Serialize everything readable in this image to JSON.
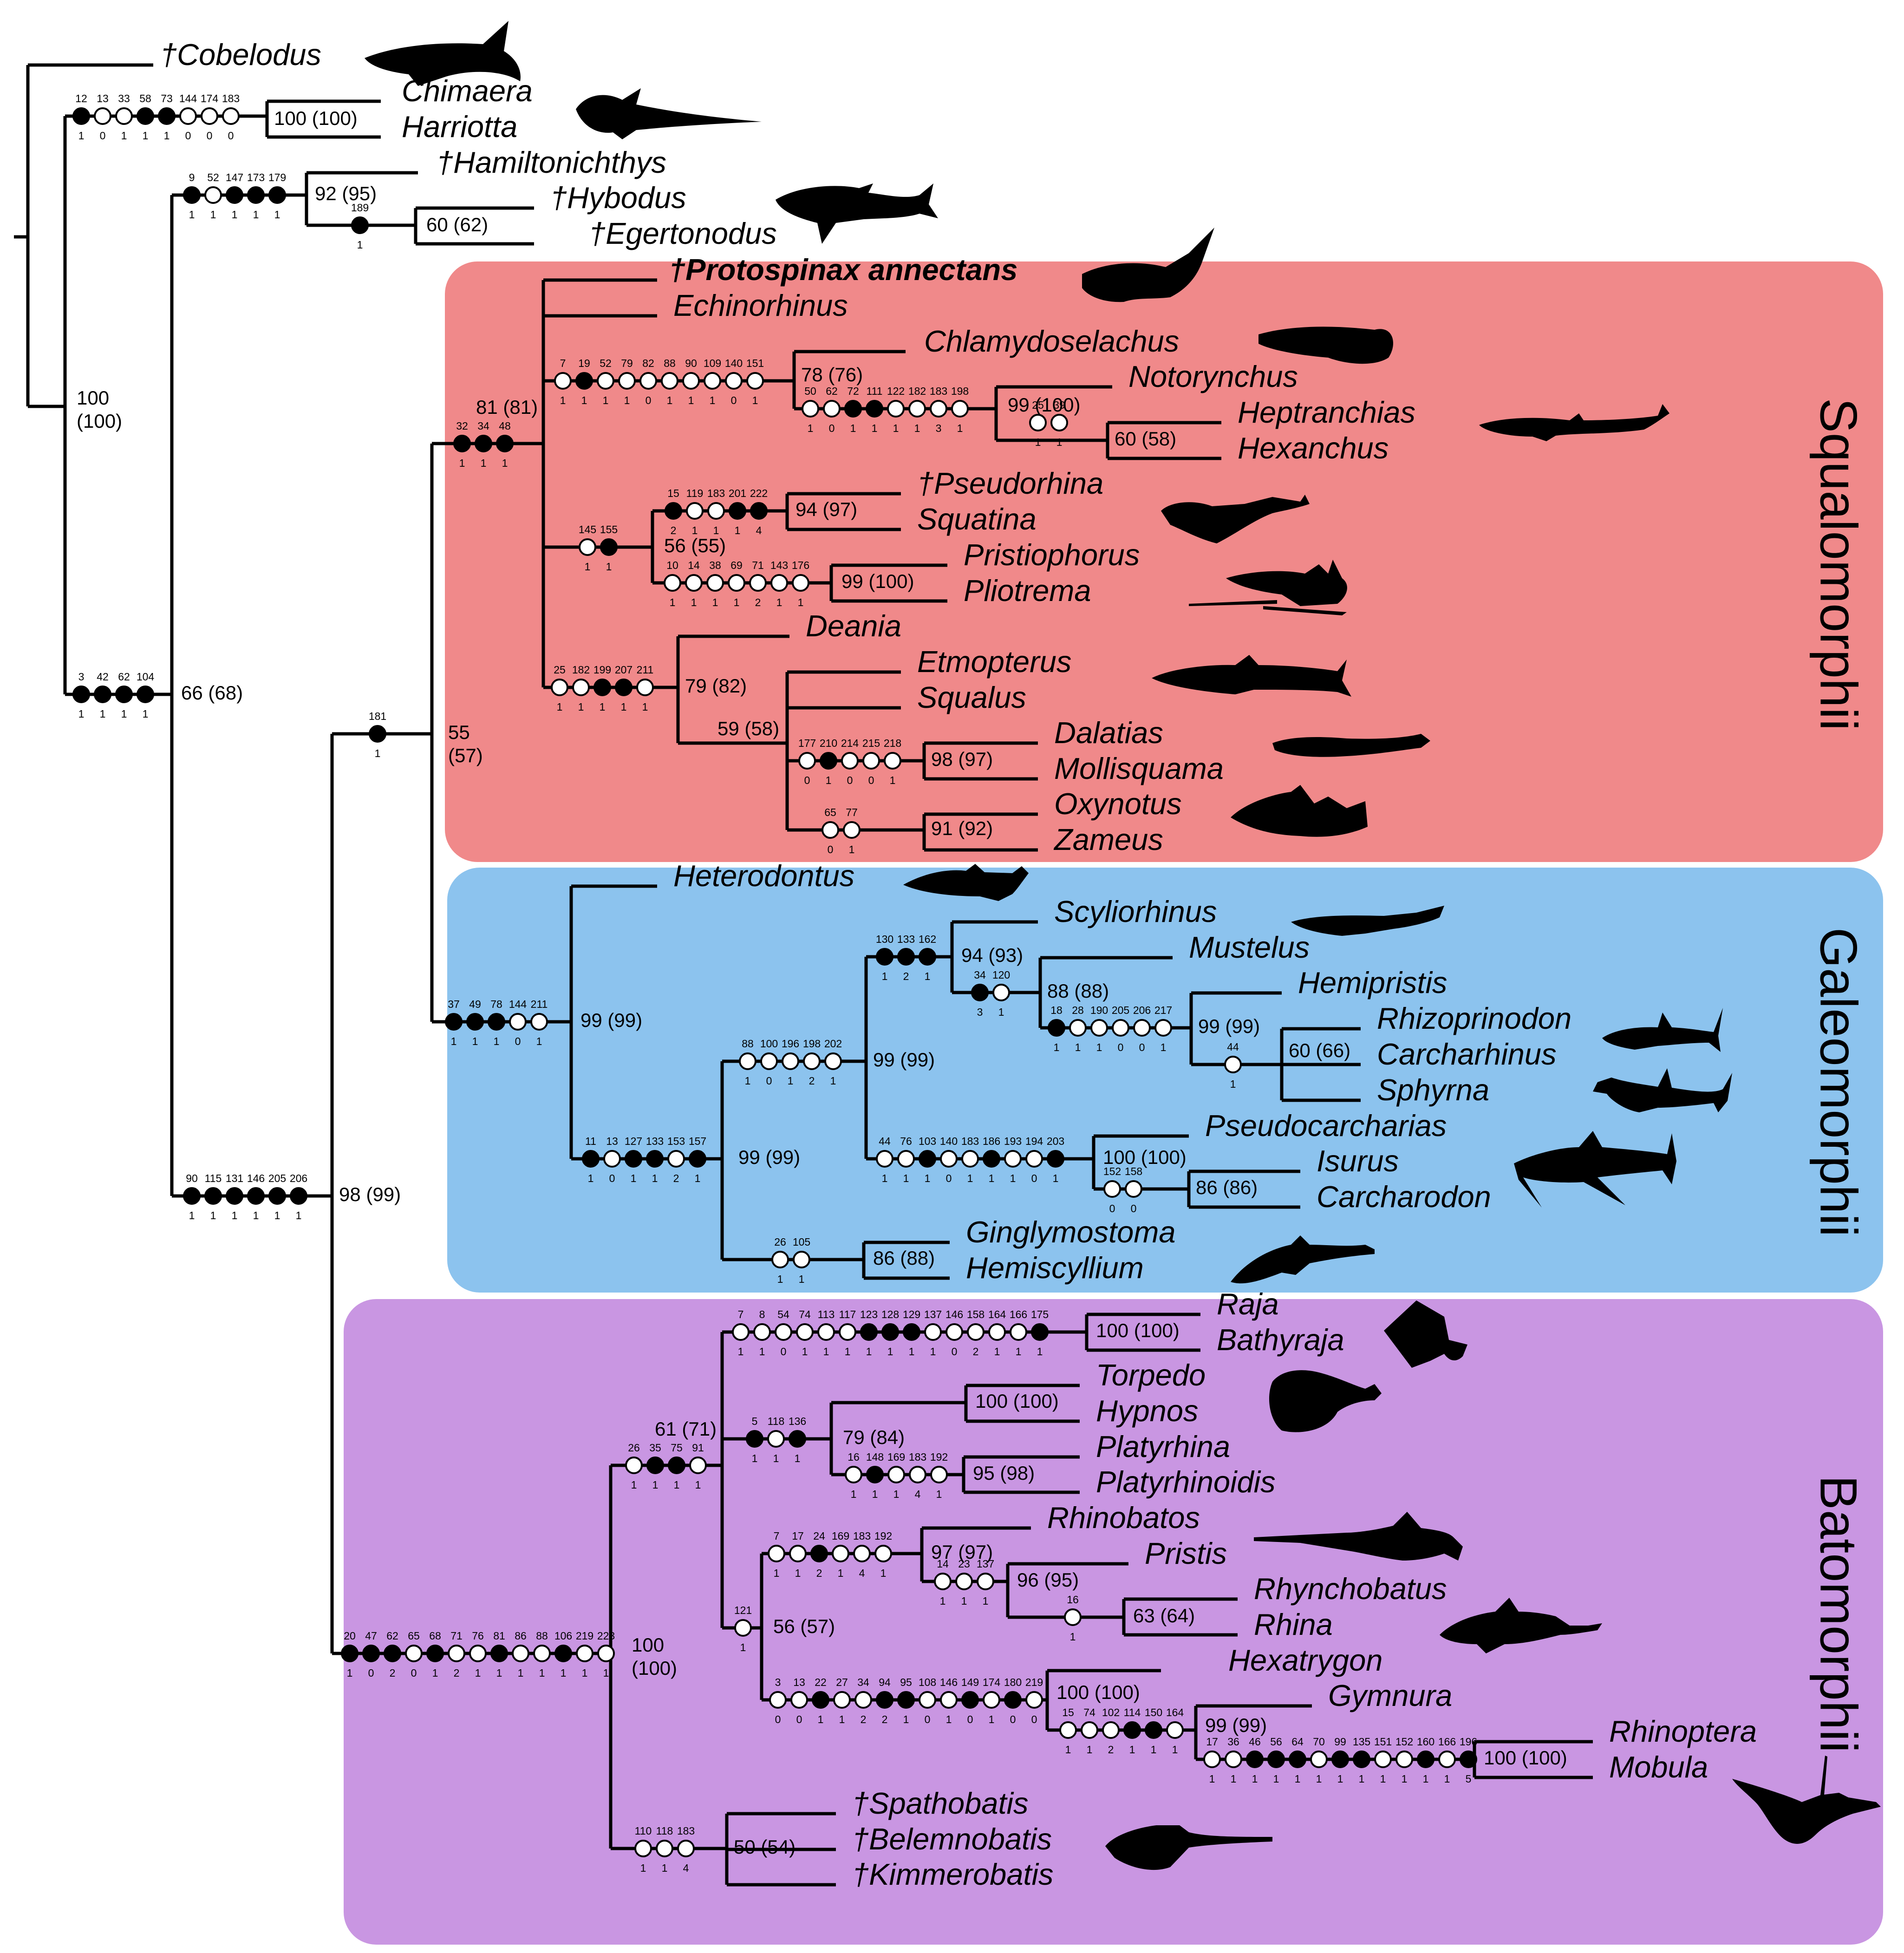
{
  "groups": [
    {
      "name": "Squalomorphii",
      "color": "#f0898a"
    },
    {
      "name": "Galeomorphii",
      "color": "#8cc3ee"
    },
    {
      "name": "Batomorphii",
      "color": "#c996e2"
    }
  ],
  "taxa": [
    {
      "label": "†Cobelodus",
      "bold": false
    },
    {
      "label": "Chimaera",
      "bold": false
    },
    {
      "label": "Harriotta",
      "bold": false
    },
    {
      "label": "†Hamiltonichthys",
      "bold": false
    },
    {
      "label": "†Hybodus",
      "bold": false
    },
    {
      "label": "†Egertonodus",
      "bold": false
    },
    {
      "label": "†Protospinax annectans",
      "bold": true
    },
    {
      "label": "Echinorhinus",
      "bold": false
    },
    {
      "label": "Chlamydoselachus",
      "bold": false
    },
    {
      "label": "Notorynchus",
      "bold": false
    },
    {
      "label": "Heptranchias",
      "bold": false
    },
    {
      "label": "Hexanchus",
      "bold": false
    },
    {
      "label": "†Pseudorhina",
      "bold": false
    },
    {
      "label": "Squatina",
      "bold": false
    },
    {
      "label": "Pristiophorus",
      "bold": false
    },
    {
      "label": "Pliotrema",
      "bold": false
    },
    {
      "label": "Deania",
      "bold": false
    },
    {
      "label": "Etmopterus",
      "bold": false
    },
    {
      "label": "Squalus",
      "bold": false
    },
    {
      "label": "Dalatias",
      "bold": false
    },
    {
      "label": "Mollisquama",
      "bold": false
    },
    {
      "label": "Oxynotus",
      "bold": false
    },
    {
      "label": "Zameus",
      "bold": false
    },
    {
      "label": "Heterodontus",
      "bold": false
    },
    {
      "label": "Scyliorhinus",
      "bold": false
    },
    {
      "label": "Mustelus",
      "bold": false
    },
    {
      "label": "Hemipristis",
      "bold": false
    },
    {
      "label": "Rhizoprinodon",
      "bold": false
    },
    {
      "label": "Carcharhinus",
      "bold": false
    },
    {
      "label": "Sphyrna",
      "bold": false
    },
    {
      "label": "Pseudocarcharias",
      "bold": false
    },
    {
      "label": "Isurus",
      "bold": false
    },
    {
      "label": "Carcharodon",
      "bold": false
    },
    {
      "label": "Ginglymostoma",
      "bold": false
    },
    {
      "label": "Hemiscyllium",
      "bold": false
    },
    {
      "label": "Raja",
      "bold": false
    },
    {
      "label": "Bathyraja",
      "bold": false
    },
    {
      "label": "Torpedo",
      "bold": false
    },
    {
      "label": "Hypnos",
      "bold": false
    },
    {
      "label": "Platyrhina",
      "bold": false
    },
    {
      "label": "Platyrhinoidis",
      "bold": false
    },
    {
      "label": "Rhinobatos",
      "bold": false
    },
    {
      "label": "Pristis",
      "bold": false
    },
    {
      "label": "Rhynchobatus",
      "bold": false
    },
    {
      "label": "Rhina",
      "bold": false
    },
    {
      "label": "Hexatrygon",
      "bold": false
    },
    {
      "label": "Gymnura",
      "bold": false
    },
    {
      "label": "Rhinoptera",
      "bold": false
    },
    {
      "label": "Mobula",
      "bold": false
    },
    {
      "label": "†Spathobatis",
      "bold": false
    },
    {
      "label": "†Belemnobatis",
      "bold": false
    },
    {
      "label": "†Kimmerobatis",
      "bold": false
    }
  ],
  "nodes": [
    {
      "id": "holo",
      "support": "100 (100)",
      "chars": [
        12,
        13,
        33,
        58,
        73,
        144,
        174,
        183
      ],
      "states": [
        "1",
        "0",
        "1",
        "1",
        "1",
        "0",
        "0",
        "0"
      ],
      "fill": [
        1,
        0,
        0,
        1,
        1,
        0,
        0,
        0
      ]
    },
    {
      "id": "hyb",
      "support": "92 (95)",
      "chars": [
        9,
        52,
        147,
        173,
        179
      ],
      "states": [
        "1",
        "1",
        "1",
        "1",
        "1"
      ],
      "fill": [
        1,
        0,
        1,
        1,
        1
      ]
    },
    {
      "id": "hyeg",
      "support": "60 (62)",
      "chars": [
        189
      ],
      "states": [
        "1"
      ],
      "fill": [
        1
      ]
    },
    {
      "id": "elasmo",
      "support": "100\n(100)",
      "chars": [],
      "states": [],
      "fill": []
    },
    {
      "id": "elasmo2",
      "support": "66 (68)",
      "chars": [
        3,
        42,
        62,
        104
      ],
      "states": [
        "1",
        "1",
        "1",
        "1"
      ],
      "fill": [
        1,
        1,
        1,
        1
      ]
    },
    {
      "id": "crown",
      "support": "98 (99)",
      "chars": [
        90,
        115,
        131,
        146,
        205,
        206
      ],
      "states": [
        "1",
        "1",
        "1",
        "1",
        "1",
        "1"
      ],
      "fill": [
        1,
        1,
        1,
        1,
        1,
        1
      ]
    },
    {
      "id": "selachii",
      "support": "55\n(57)",
      "chars": [
        181
      ],
      "states": [
        "1"
      ],
      "fill": [
        1
      ]
    },
    {
      "id": "squalo",
      "support": "81 (81)",
      "chars": [
        32,
        34,
        48
      ],
      "states": [
        "1",
        "1",
        "1"
      ],
      "fill": [
        1,
        1,
        1
      ]
    },
    {
      "id": "hexanch",
      "support": "78 (76)",
      "chars": [
        7,
        19,
        52,
        79,
        82,
        88,
        90,
        109,
        140,
        151
      ],
      "states": [
        "1",
        "1",
        "1",
        "1",
        "0",
        "1",
        "1",
        "1",
        "0",
        "1"
      ],
      "fill": [
        0,
        1,
        0,
        0,
        0,
        0,
        0,
        0,
        0,
        0
      ]
    },
    {
      "id": "hexanchidae",
      "support": "99 (100)",
      "chars": [
        50,
        62,
        72,
        111,
        122,
        182,
        183,
        198
      ],
      "states": [
        "1",
        "0",
        "1",
        "1",
        "1",
        "1",
        "3",
        "1"
      ],
      "fill": [
        0,
        0,
        1,
        1,
        0,
        0,
        0,
        0
      ]
    },
    {
      "id": "hept",
      "support": "60 (58)",
      "chars": [
        25,
        39
      ],
      "states": [
        "1",
        "1"
      ],
      "fill": [
        0,
        0
      ]
    },
    {
      "id": "squatino",
      "support": "56 (55)",
      "chars": [
        145,
        155
      ],
      "states": [
        "1",
        "1"
      ],
      "fill": [
        0,
        1
      ]
    },
    {
      "id": "squatina",
      "support": "94 (97)",
      "chars": [
        15,
        119,
        183,
        201,
        222
      ],
      "states": [
        "2",
        "1",
        "1",
        "1",
        "4"
      ],
      "fill": [
        1,
        0,
        0,
        1,
        1
      ]
    },
    {
      "id": "pristio",
      "support": "99 (100)",
      "chars": [
        10,
        14,
        38,
        69,
        71,
        143,
        176
      ],
      "states": [
        "1",
        "1",
        "1",
        "1",
        "2",
        "1",
        "1"
      ],
      "fill": [
        0,
        0,
        0,
        0,
        0,
        0,
        0
      ]
    },
    {
      "id": "squali",
      "support": "79 (82)",
      "chars": [
        25,
        182,
        199,
        207,
        211
      ],
      "states": [
        "1",
        "1",
        "1",
        "1",
        "1"
      ],
      "fill": [
        0,
        0,
        1,
        1,
        0
      ]
    },
    {
      "id": "squal2",
      "support": "59 (58)",
      "chars": [],
      "states": [],
      "fill": []
    },
    {
      "id": "dalat",
      "support": "98 (97)",
      "chars": [
        177,
        210,
        214,
        215,
        218
      ],
      "states": [
        "0",
        "1",
        "0",
        "0",
        "1"
      ],
      "fill": [
        0,
        1,
        0,
        0,
        0
      ]
    },
    {
      "id": "oxy",
      "support": "91 (92)",
      "chars": [
        65,
        77
      ],
      "states": [
        "0",
        "1"
      ],
      "fill": [
        0,
        0
      ]
    },
    {
      "id": "galeo",
      "support": "99 (99)",
      "chars": [
        37,
        49,
        78,
        144,
        211
      ],
      "states": [
        "1",
        "1",
        "1",
        "0",
        "1"
      ],
      "fill": [
        1,
        1,
        1,
        0,
        0
      ]
    },
    {
      "id": "gal2",
      "support": "99 (99)",
      "chars": [
        11,
        13,
        127,
        133,
        153,
        157
      ],
      "states": [
        "1",
        "0",
        "1",
        "1",
        "2",
        "1"
      ],
      "fill": [
        1,
        0,
        1,
        1,
        0,
        1
      ]
    },
    {
      "id": "gal3",
      "support": "99 (99)",
      "chars": [
        88,
        100,
        196,
        198,
        202
      ],
      "states": [
        "1",
        "0",
        "1",
        "2",
        "1"
      ],
      "fill": [
        0,
        0,
        0,
        0,
        0
      ]
    },
    {
      "id": "carch",
      "support": "94 (93)",
      "chars": [
        130,
        133,
        162
      ],
      "states": [
        "1",
        "2",
        "1"
      ],
      "fill": [
        1,
        1,
        1
      ]
    },
    {
      "id": "carch2",
      "support": "88 (88)",
      "chars": [
        34,
        120
      ],
      "states": [
        "3",
        "1"
      ],
      "fill": [
        1,
        0
      ]
    },
    {
      "id": "carch3",
      "support": "99 (99)",
      "chars": [
        18,
        28,
        190,
        205,
        206,
        217
      ],
      "states": [
        "1",
        "1",
        "1",
        "0",
        "0",
        "1"
      ],
      "fill": [
        1,
        0,
        0,
        0,
        0,
        0
      ]
    },
    {
      "id": "carch4",
      "support": "60 (66)",
      "chars": [
        44
      ],
      "states": [
        "1"
      ],
      "fill": [
        0
      ]
    },
    {
      "id": "lamni",
      "support": "100 (100)",
      "chars": [
        44,
        76,
        103,
        140,
        183,
        186,
        193,
        194,
        203
      ],
      "states": [
        "1",
        "1",
        "1",
        "0",
        "1",
        "1",
        "1",
        "0",
        "1"
      ],
      "fill": [
        0,
        0,
        1,
        0,
        0,
        1,
        0,
        0,
        1
      ]
    },
    {
      "id": "lamn2",
      "support": "86 (86)",
      "chars": [
        152,
        158
      ],
      "states": [
        "0",
        "0"
      ],
      "fill": [
        0,
        0
      ]
    },
    {
      "id": "orecto",
      "support": "86 (88)",
      "chars": [
        26,
        105
      ],
      "states": [
        "1",
        "1"
      ],
      "fill": [
        0,
        0
      ]
    },
    {
      "id": "bato",
      "support": "100\n(100)",
      "chars": [
        20,
        47,
        62,
        65,
        68,
        71,
        76,
        81,
        86,
        88,
        106,
        219,
        223
      ],
      "states": [
        "1",
        "0",
        "2",
        "0",
        "1",
        "2",
        "1",
        "1",
        "1",
        "1",
        "1",
        "1",
        "1"
      ],
      "fill": [
        1,
        1,
        1,
        0,
        1,
        0,
        0,
        1,
        0,
        0,
        1,
        0,
        0
      ]
    },
    {
      "id": "bato2",
      "support": "61 (71)",
      "chars": [
        26,
        35,
        75,
        91
      ],
      "states": [
        "1",
        "1",
        "1",
        "1"
      ],
      "fill": [
        0,
        1,
        1,
        0
      ]
    },
    {
      "id": "raj",
      "support": "100 (100)",
      "chars": [
        7,
        8,
        54,
        74,
        113,
        117,
        123,
        128,
        129,
        137,
        146,
        158,
        164,
        166,
        175
      ],
      "states": [
        "1",
        "1",
        "0",
        "1",
        "1",
        "1",
        "1",
        "1",
        "1",
        "1",
        "0",
        "2",
        "1",
        "1",
        "1"
      ],
      "fill": [
        0,
        0,
        0,
        0,
        0,
        0,
        1,
        1,
        1,
        0,
        0,
        0,
        0,
        0,
        1
      ]
    },
    {
      "id": "torp",
      "support": "79 (84)",
      "chars": [
        5,
        118,
        136
      ],
      "states": [
        "1",
        "1",
        "1"
      ],
      "fill": [
        1,
        0,
        1
      ]
    },
    {
      "id": "torp2",
      "support": "100 (100)",
      "chars": [],
      "states": [],
      "fill": []
    },
    {
      "id": "platy",
      "support": "95 (98)",
      "chars": [
        16,
        148,
        169,
        183,
        192
      ],
      "states": [
        "1",
        "1",
        "1",
        "4",
        "1"
      ],
      "fill": [
        0,
        1,
        0,
        0,
        0
      ]
    },
    {
      "id": "rhino",
      "support": "56 (57)",
      "chars": [
        121
      ],
      "states": [
        "1"
      ],
      "fill": [
        0
      ]
    },
    {
      "id": "rhino2",
      "support": "97 (97)",
      "chars": [
        7,
        17,
        24,
        169,
        183,
        192
      ],
      "states": [
        "1",
        "1",
        "2",
        "1",
        "4",
        "1"
      ],
      "fill": [
        0,
        0,
        1,
        0,
        0,
        0
      ]
    },
    {
      "id": "rhino3",
      "support": "96 (95)",
      "chars": [
        14,
        23,
        137
      ],
      "states": [
        "1",
        "1",
        "1"
      ],
      "fill": [
        0,
        0,
        0
      ]
    },
    {
      "id": "rhino4",
      "support": "63 (64)",
      "chars": [
        16
      ],
      "states": [
        "1"
      ],
      "fill": [
        0
      ]
    },
    {
      "id": "myl",
      "support": "100 (100)",
      "chars": [
        3,
        13,
        22,
        27,
        34,
        94,
        95,
        108,
        146,
        149,
        174,
        180,
        219
      ],
      "states": [
        "0",
        "0",
        "1",
        "1",
        "2",
        "2",
        "1",
        "0",
        "1",
        "0",
        "1",
        "0",
        "0"
      ],
      "fill": [
        0,
        0,
        1,
        0,
        0,
        1,
        1,
        0,
        0,
        1,
        0,
        1,
        0
      ]
    },
    {
      "id": "myl2",
      "support": "99 (99)",
      "chars": [
        15,
        74,
        102,
        114,
        150,
        164
      ],
      "states": [
        "1",
        "1",
        "2",
        "1",
        "1",
        "1"
      ],
      "fill": [
        0,
        0,
        0,
        1,
        1,
        0
      ]
    },
    {
      "id": "myl3",
      "support": "100 (100)",
      "chars": [
        17,
        36,
        46,
        56,
        64,
        70,
        99,
        135,
        151,
        152,
        160,
        166,
        196
      ],
      "states": [
        "1",
        "1",
        "1",
        "1",
        "1",
        "1",
        "1",
        "1",
        "1",
        "1",
        "1",
        "1",
        "5"
      ],
      "fill": [
        0,
        0,
        1,
        1,
        1,
        0,
        1,
        1,
        0,
        0,
        1,
        0,
        1
      ]
    },
    {
      "id": "fossilrays",
      "support": "50 (54)",
      "chars": [
        110,
        118,
        183
      ],
      "states": [
        "1",
        "1",
        "4"
      ],
      "fill": [
        0,
        0,
        0
      ]
    }
  ]
}
